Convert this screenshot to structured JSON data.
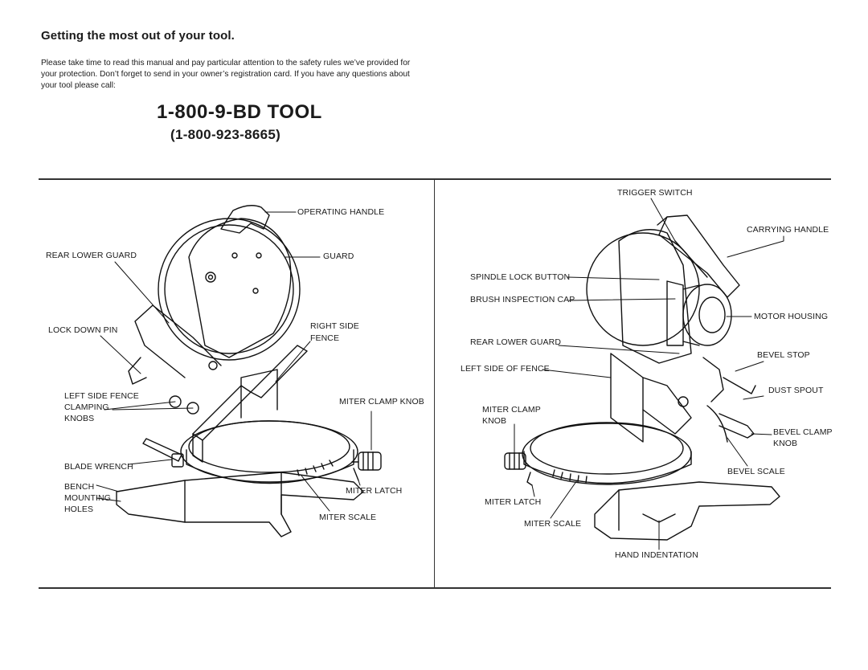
{
  "header": {
    "title": "Getting the most out of your tool.",
    "intro": "Please take time to read this manual and pay particular attention to the safety rules we’ve provided for your protection. Don’t forget to send in your owner’s registration card. If you have any questions about your tool please call:",
    "phone_word": "1-800-9-BD TOOL",
    "phone_number": "(1-800-923-8665)"
  },
  "left_diagram": {
    "labels": {
      "operating_handle": "OPERATING HANDLE",
      "rear_lower_guard": "REAR LOWER GUARD",
      "guard": "GUARD",
      "lock_down_pin": "LOCK DOWN PIN",
      "right_side_fence_1": "RIGHT SIDE",
      "right_side_fence_2": "FENCE",
      "left_side_fence_1": "LEFT SIDE FENCE",
      "left_side_fence_2": "CLAMPING",
      "left_side_fence_3": "KNOBS",
      "miter_clamp_knob": "MITER CLAMP KNOB",
      "blade_wrench": "BLADE WRENCH",
      "bench_1": "BENCH",
      "bench_2": "MOUNTING",
      "bench_3": "HOLES",
      "miter_latch": "MITER LATCH",
      "miter_scale": "MITER SCALE"
    }
  },
  "right_diagram": {
    "labels": {
      "trigger_switch": "TRIGGER SWITCH",
      "carrying_handle": "CARRYING HANDLE",
      "spindle_lock_button": "SPINDLE LOCK BUTTON",
      "brush_inspection_cap": "BRUSH INSPECTION CAP",
      "motor_housing": "MOTOR HOUSING",
      "rear_lower_guard": "REAR LOWER GUARD",
      "bevel_stop": "BEVEL STOP",
      "left_side_of_fence": "LEFT SIDE OF FENCE",
      "dust_spout": "DUST SPOUT",
      "miter_clamp_knob_1": "MITER CLAMP",
      "miter_clamp_knob_2": "KNOB",
      "bevel_clamp_knob_1": "BEVEL CLAMP",
      "bevel_clamp_knob_2": "KNOB",
      "bevel_scale": "BEVEL SCALE",
      "miter_latch": "MITER LATCH",
      "miter_scale": "MITER SCALE",
      "hand_indentation": "HAND INDENTATION"
    }
  }
}
